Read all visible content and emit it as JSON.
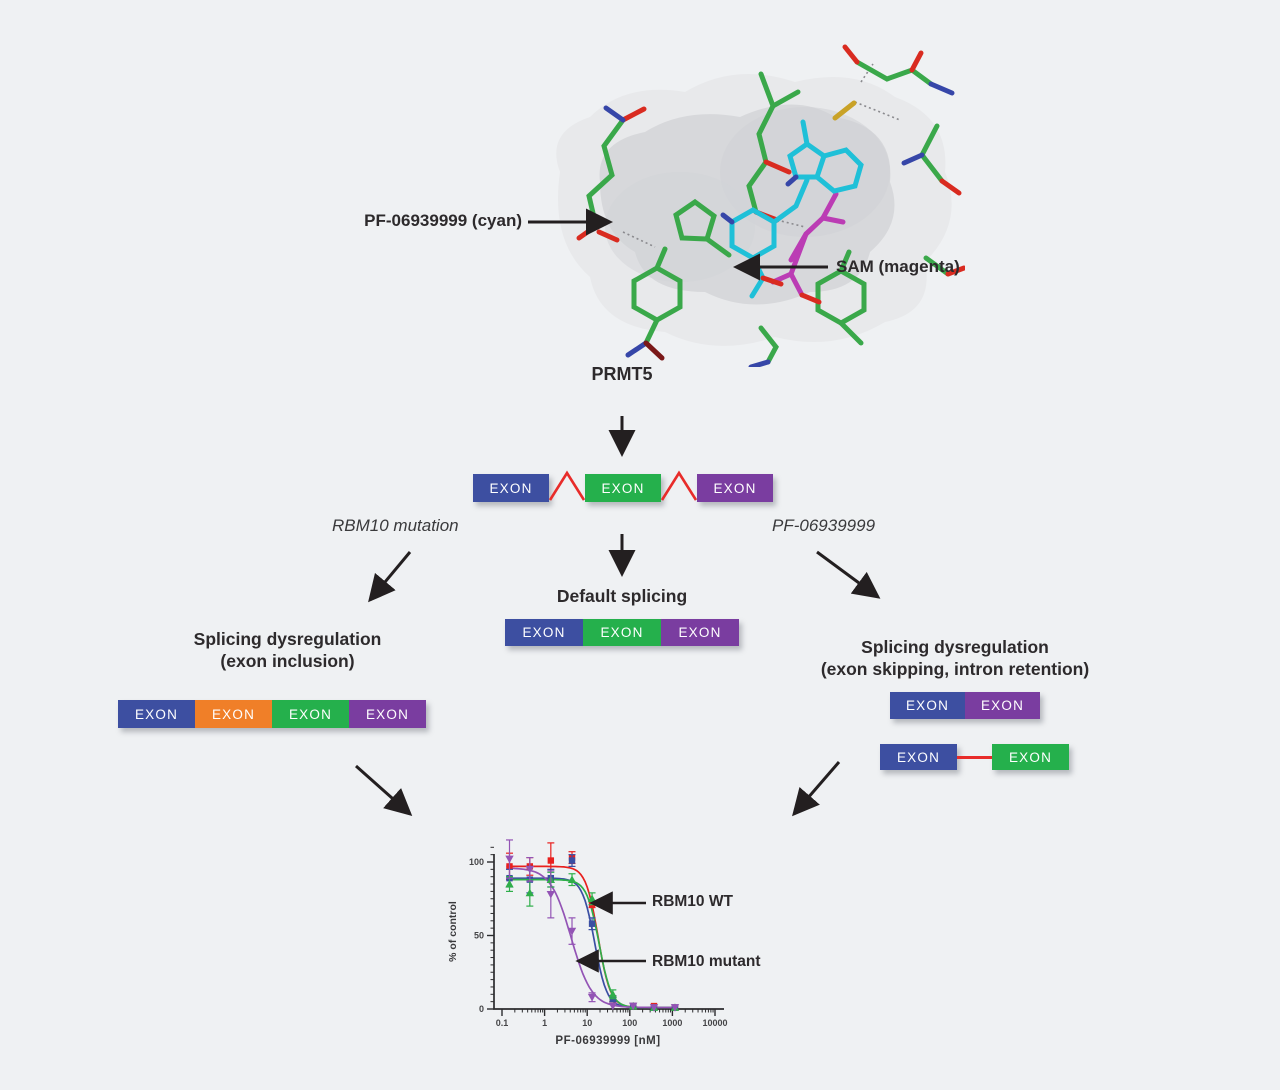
{
  "colors": {
    "exon_blue": "#3d4fa1",
    "exon_green": "#25b04c",
    "exon_purple": "#7a3da0",
    "exon_orange": "#f07f28",
    "intron_red": "#e82c2a"
  },
  "structure": {
    "pf_label": "PF-06939999 (cyan)",
    "sam_label": "SAM (magenta)",
    "protein_label": "PRMT5"
  },
  "pre_mrna": {
    "exons": [
      {
        "label": "EXON",
        "color": "blue"
      },
      {
        "label": "EXON",
        "color": "green"
      },
      {
        "label": "EXON",
        "color": "purple"
      }
    ]
  },
  "branches": {
    "left_trigger": "RBM10 mutation",
    "right_trigger": "PF-06939999"
  },
  "default_splicing": {
    "title": "Default splicing",
    "exons": [
      {
        "label": "EXON",
        "color": "blue"
      },
      {
        "label": "EXON",
        "color": "green"
      },
      {
        "label": "EXON",
        "color": "purple"
      }
    ]
  },
  "exon_inclusion": {
    "title_line1": "Splicing dysregulation",
    "title_line2": "(exon inclusion)",
    "exons": [
      {
        "label": "EXON",
        "color": "blue"
      },
      {
        "label": "EXON",
        "color": "orange"
      },
      {
        "label": "EXON",
        "color": "green"
      },
      {
        "label": "EXON",
        "color": "purple"
      }
    ]
  },
  "exon_skipping": {
    "title_line1": "Splicing dysregulation",
    "title_line2": "(exon skipping, intron retention)",
    "skip_exons": [
      {
        "label": "EXON",
        "color": "blue"
      },
      {
        "label": "EXON",
        "color": "purple"
      }
    ],
    "retention_exons": [
      {
        "label": "EXON",
        "color": "blue"
      },
      {
        "label": "EXON",
        "color": "green"
      }
    ]
  },
  "chart_data": {
    "type": "scatter",
    "title": "",
    "xlabel": "PF-06939999 [nM]",
    "ylabel": "% of control",
    "x_scale": "log",
    "xlim": [
      0.1,
      10000
    ],
    "ylim": [
      0,
      110
    ],
    "xticks": [
      0.1,
      1,
      10,
      100,
      1000,
      10000
    ],
    "yticks": [
      0,
      50,
      100
    ],
    "grid": false,
    "doses_nM": [
      0.15,
      0.45,
      1.4,
      4.4,
      13,
      40,
      120,
      370,
      1150
    ],
    "series": [
      {
        "name": "RBM10 WT",
        "color": "#e8201e",
        "marker": "square",
        "values": [
          97,
          97,
          101,
          103,
          71,
          7,
          2,
          2,
          1
        ],
        "errors": [
          9,
          6,
          12,
          4,
          2,
          2,
          1,
          1,
          1
        ],
        "fit": {
          "top": 97,
          "bottom": 1,
          "ic50_nM": 18,
          "hill": 3
        }
      },
      {
        "name": "RBM10 WT",
        "color": "#3a4fa3",
        "marker": "square",
        "values": [
          89,
          88,
          89,
          101,
          58,
          7,
          2,
          1,
          1
        ],
        "errors": [
          6,
          9,
          6,
          4,
          4,
          2,
          1,
          1,
          1
        ],
        "fit": {
          "top": 89,
          "bottom": 1,
          "ic50_nM": 15,
          "hill": 3
        }
      },
      {
        "name": "RBM10 WT",
        "color": "#2fae4a",
        "marker": "triangle-up",
        "values": [
          85,
          79,
          88,
          88,
          75,
          10,
          2,
          1,
          1
        ],
        "errors": [
          5,
          9,
          5,
          4,
          4,
          3,
          1,
          1,
          1
        ],
        "fit": {
          "top": 88,
          "bottom": 1,
          "ic50_nM": 19,
          "hill": 3
        }
      },
      {
        "name": "RBM10 mutant",
        "color": "#9354b5",
        "marker": "triangle-down",
        "values": [
          102,
          95,
          78,
          53,
          8,
          2,
          2,
          1,
          1
        ],
        "errors": [
          13,
          8,
          16,
          9,
          3,
          1,
          1,
          1,
          1
        ],
        "fit": {
          "top": 96,
          "bottom": 1,
          "ic50_nM": 4.2,
          "hill": 1.8
        }
      }
    ],
    "annotations": [
      {
        "label": "RBM10 WT"
      },
      {
        "label": "RBM10 mutant"
      }
    ]
  }
}
